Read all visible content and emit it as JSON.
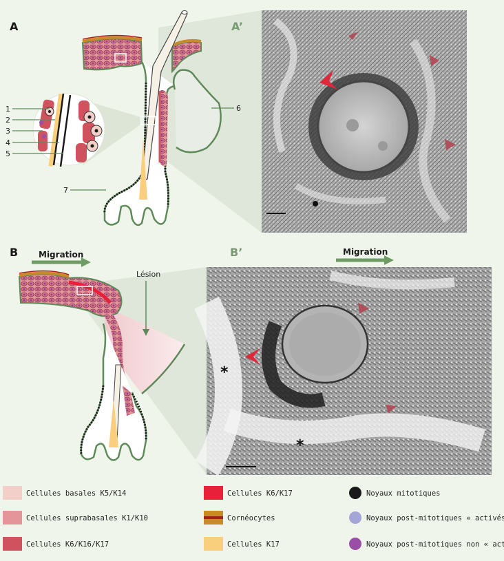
{
  "panels": {
    "a": "A",
    "a_prime": "A’",
    "b": "B",
    "b_prime": "B’"
  },
  "callouts": [
    "1",
    "2",
    "3",
    "4",
    "5",
    "6",
    "7"
  ],
  "migration_label": "Migration",
  "lesion_label": "Lésion",
  "asterisk": "*",
  "legend": [
    {
      "label": "Cellules basales K5/K14",
      "color": "#f2cfc8",
      "kind": "swatch"
    },
    {
      "label": "Cellules K6/K17",
      "color": "#e8203a",
      "kind": "swatch"
    },
    {
      "label": "Noyaux mitotiques",
      "color": "#1a1a1a",
      "kind": "dot"
    },
    {
      "label": "Cellules suprabasales K1/K10",
      "color": "#e3959a",
      "kind": "swatch"
    },
    {
      "label": "Cornéocytes",
      "color": "#c98a2a",
      "kind": "stripe"
    },
    {
      "label": "Noyaux post-mitotiques « activés »",
      "color": "#a3a6d6",
      "kind": "dot"
    },
    {
      "label": "Cellules K6/K16/K17",
      "color": "#d0525e",
      "kind": "swatch"
    },
    {
      "label": "Cellules K17",
      "color": "#f9cf7e",
      "kind": "swatch"
    },
    {
      "label": "Noyaux post-mitotiques non « activés »",
      "color": "#9a4fa6",
      "kind": "dot"
    }
  ],
  "colors": {
    "background": "#eff5ea",
    "outline": "#5e8a5a",
    "arrow_green": "#6e9c64",
    "arrowhead_red": "#e0283c",
    "arrowhead_muted": "#b0505c"
  }
}
